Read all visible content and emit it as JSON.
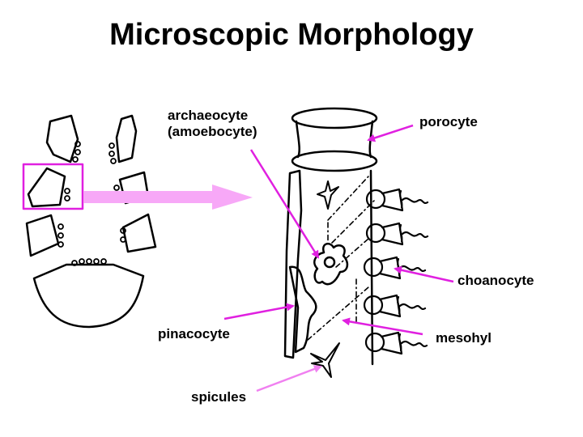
{
  "title": "Microscopic Morphology",
  "labels": {
    "archaeocyte_line1": "archaeocyte",
    "archaeocyte_line2": "(amoebocyte)",
    "porocyte": "porocyte",
    "choanocyte": "choanocyte",
    "pinacocyte": "pinacocyte",
    "mesohyl": "mesohyl",
    "spicules": "spicules"
  },
  "colors": {
    "pointer_magenta": "#e020e0",
    "pointer_pink": "#f080f0",
    "zoom_arrow": "#f7a8f7",
    "outline": "#000000"
  }
}
